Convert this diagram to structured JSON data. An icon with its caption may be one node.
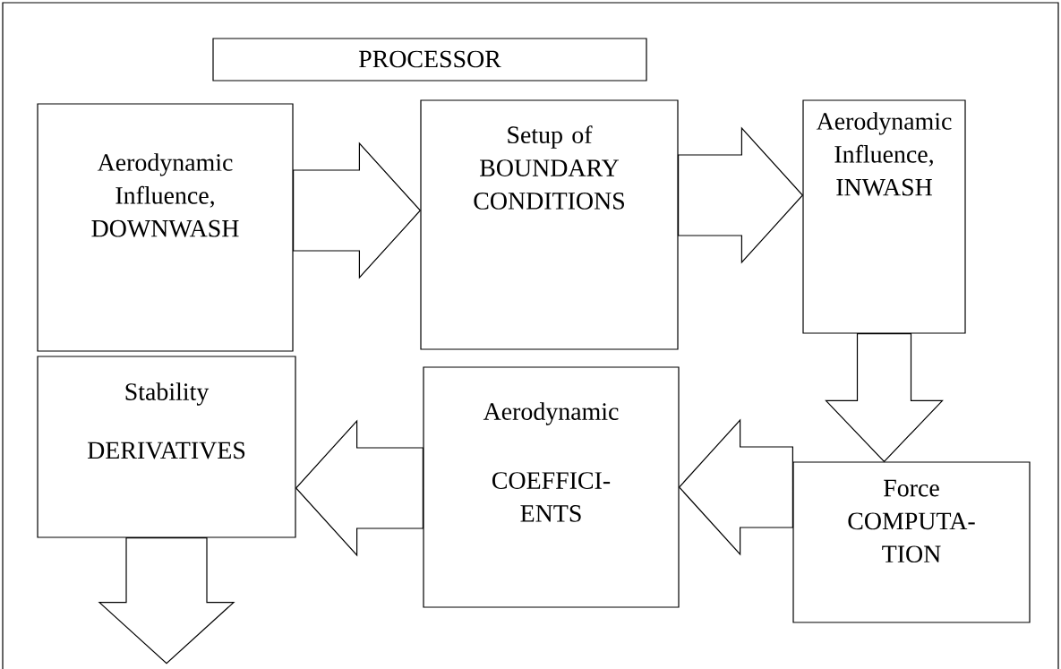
{
  "diagram": {
    "nodes": [
      {
        "text": [
          "PROCESSOR"
        ]
      },
      {
        "text": [
          "Aerodynamic Influence, DOWNWASH"
        ]
      },
      {
        "text": [
          "Setup of BOUNDARY CONDITIONS"
        ]
      },
      {
        "text": [
          "Aerodynamic Influence, INWASH"
        ]
      },
      {
        "text": [
          "Force COMPUTA-TION"
        ]
      },
      {
        "text": [
          "Aerodynamic",
          "COEFFICI-ENTS"
        ]
      },
      {
        "text": [
          "Stability",
          "DERIVATIVES"
        ]
      }
    ],
    "edges": [
      {
        "from": 1,
        "to": 2,
        "arrow": "to"
      },
      {
        "from": 2,
        "to": 3,
        "arrow": "to"
      },
      {
        "from": 3,
        "to": 4,
        "arrow": "to"
      },
      {
        "from": 4,
        "to": 5,
        "arrow": "to"
      },
      {
        "from": 5,
        "to": 6,
        "arrow": "to"
      },
      {
        "from": 6,
        "to": null,
        "arrow": "to"
      }
    ]
  }
}
